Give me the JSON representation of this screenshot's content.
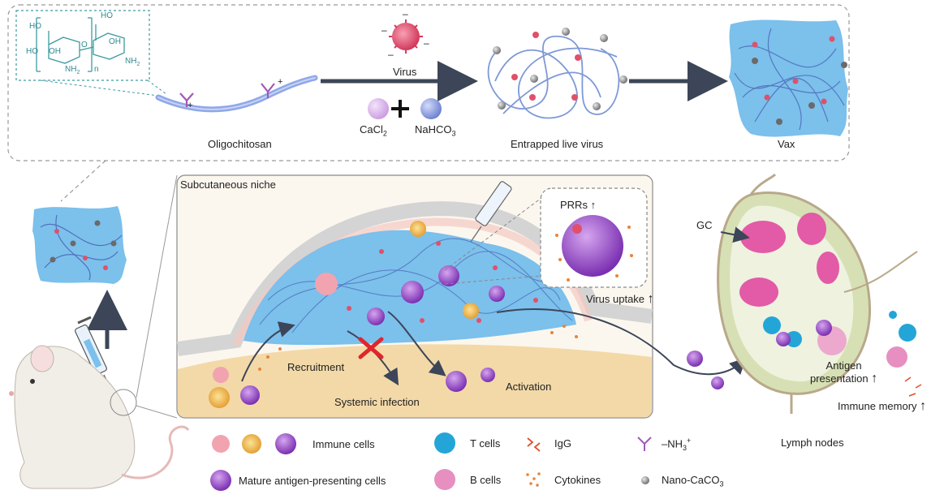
{
  "top": {
    "oligochitosan": "Oligochitosan",
    "virus": "Virus",
    "cacl2": "CaCl",
    "cacl2_sub": "2",
    "nahco3": "NaHCO",
    "nahco3_sub": "3",
    "entrapped": "Entrapped live virus",
    "vax": "Vax",
    "formula_n": "n",
    "formula_ho": "HO",
    "formula_oh": "OH",
    "formula_nh2": "NH",
    "formula_nh2_sub": "2",
    "formula_o": "O"
  },
  "niche": {
    "title": "Subcutaneous niche",
    "prrs": "PRRs",
    "virus_uptake": "Virus uptake",
    "recruitment": "Recruitment",
    "systemic": "Systemic infection",
    "activation": "Activation"
  },
  "lymph": {
    "gc": "GC",
    "antigen_presentation_1": "Antigen",
    "antigen_presentation_2": "presentation",
    "immune_memory": "Immune memory",
    "lymph_nodes": "Lymph nodes"
  },
  "legend": {
    "immune_cells": "Immune cells",
    "mature_apc": "Mature antigen-presenting cells",
    "t_cells": "T cells",
    "b_cells": "B cells",
    "igg": "IgG",
    "cytokines": "Cytokines",
    "nh3": "–NH",
    "nh3_sub": "3",
    "nh3_sup": "+",
    "nano_caco3": "Nano-CaCO",
    "nano_caco3_sub": "3"
  },
  "symbols": {
    "up_arrow": "↑",
    "plus": "+",
    "minus": "–"
  },
  "colors": {
    "hydrogel_blue": "#7cc0ec",
    "fiber_blue": "#6d86c4",
    "virus_red": "#e0506a",
    "arrow_dark": "#3c4658",
    "chitosan_purple": "#a058b8",
    "niche_bg": "#fbf4e6",
    "skin": "#f3d9a8",
    "lymph_green": "#d6e0b4",
    "gc_pink": "#e35aa6",
    "t_cell": "#24a5d8",
    "b_cell": "#e68fc0"
  }
}
